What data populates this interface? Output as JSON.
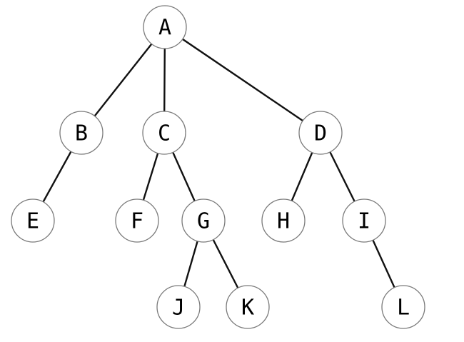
{
  "tree": {
    "nodes": [
      {
        "id": "A",
        "label": "A"
      },
      {
        "id": "B",
        "label": "B"
      },
      {
        "id": "C",
        "label": "C"
      },
      {
        "id": "D",
        "label": "D"
      },
      {
        "id": "E",
        "label": "E"
      },
      {
        "id": "F",
        "label": "F"
      },
      {
        "id": "G",
        "label": "G"
      },
      {
        "id": "H",
        "label": "H"
      },
      {
        "id": "I",
        "label": "I"
      },
      {
        "id": "J",
        "label": "J"
      },
      {
        "id": "K",
        "label": "K"
      },
      {
        "id": "L",
        "label": "L"
      }
    ],
    "edges": [
      [
        "A",
        "B"
      ],
      [
        "A",
        "C"
      ],
      [
        "A",
        "D"
      ],
      [
        "B",
        "E"
      ],
      [
        "C",
        "F"
      ],
      [
        "C",
        "G"
      ],
      [
        "D",
        "H"
      ],
      [
        "D",
        "I"
      ],
      [
        "G",
        "J"
      ],
      [
        "G",
        "K"
      ],
      [
        "I",
        "L"
      ]
    ]
  }
}
